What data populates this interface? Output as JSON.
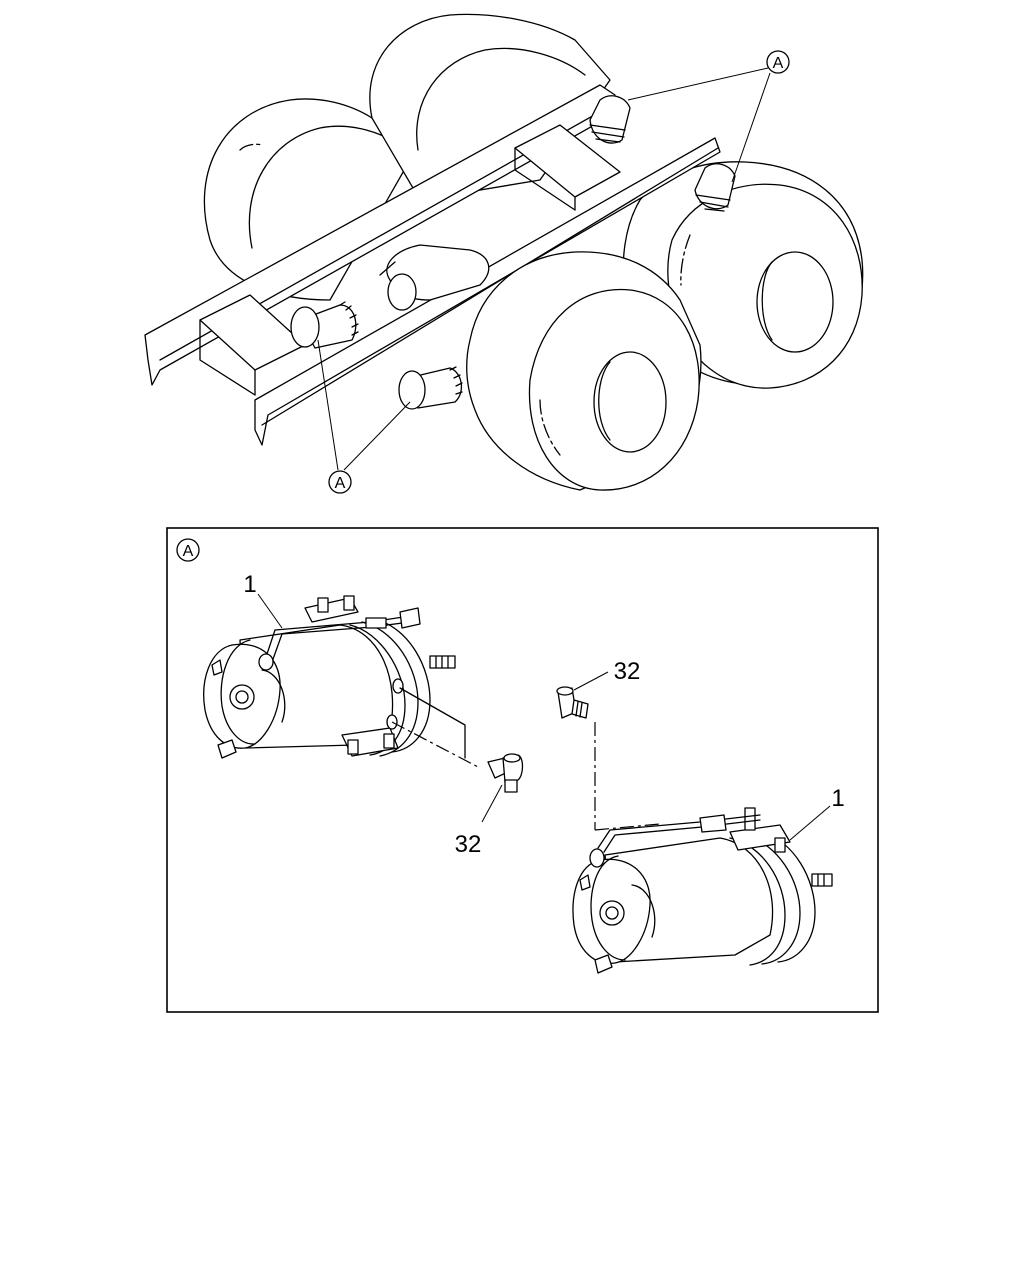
{
  "callouts": {
    "view_marker": "A",
    "detail_marker": "A",
    "part_1": "1",
    "part_32": "32"
  },
  "colors": {
    "line": "#000000",
    "background": "#ffffff"
  }
}
